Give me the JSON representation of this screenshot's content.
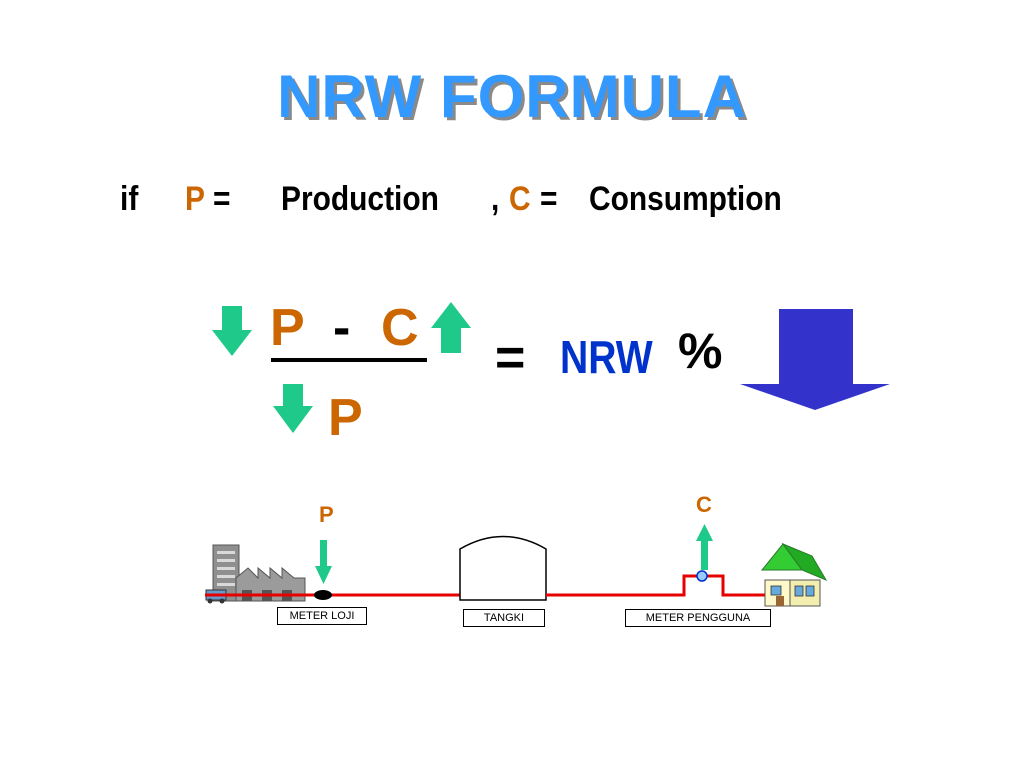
{
  "title": "NRW FORMULA",
  "definitions": {
    "if_word": "if",
    "p_symbol": "P",
    "p_equals": "=",
    "p_meaning": "Production",
    "comma": ",",
    "c_symbol": "C",
    "c_equals": "=",
    "c_meaning": "Consumption"
  },
  "formula": {
    "numerator_p": "P",
    "minus": "-",
    "numerator_c": "C",
    "denominator_p": "P",
    "equals": "=",
    "result": "NRW",
    "percent": "%"
  },
  "diagram": {
    "p_label": "P",
    "c_label": "C",
    "meter_loji": "METER LOJI",
    "tangki": "TANGKI",
    "meter_pengguna": "METER PENGGUNA"
  },
  "colors": {
    "title": "#3399ff",
    "symbol_orange": "#cc6600",
    "nrw_blue": "#0033cc",
    "arrow_green": "#1ec98a",
    "big_arrow_blue": "#3333cc",
    "pipe_red": "#e60000"
  }
}
